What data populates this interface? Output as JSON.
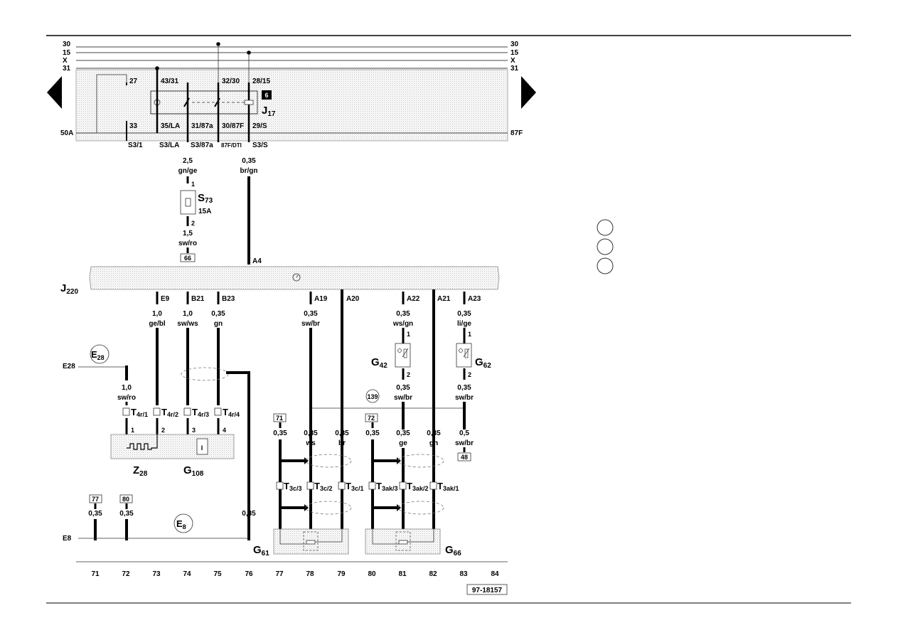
{
  "bus": {
    "left": [
      "30",
      "15",
      "X",
      "31"
    ],
    "right": [
      "30",
      "15",
      "X",
      "31"
    ]
  },
  "relay": {
    "top_pins": [
      "27",
      "43/31",
      "32/30",
      "28/15"
    ],
    "bottom_pins": [
      "33",
      "35/LA",
      "31/87a",
      "30/87F",
      "29/S"
    ],
    "label": "J",
    "label_sub": "17",
    "badge": "6",
    "left_terminal": "50A",
    "right_terminal": "87F",
    "connectors": [
      "S3/1",
      "S3/LA",
      "S3/87a",
      "87F/DTI",
      "S3/S"
    ]
  },
  "wires_top": {
    "w1_size": "2,5",
    "w1_color": "gn/ge",
    "w2_size": "0,35",
    "w2_color": "br/gn"
  },
  "fuse": {
    "label": "S",
    "label_sub": "73",
    "rating": "15A",
    "pin_in": "1",
    "pin_out": "2",
    "out_size": "1,5",
    "out_color": "sw/ro",
    "ref": "66"
  },
  "ecu": {
    "label": "J",
    "label_sub": "220",
    "pin_top": "A4",
    "pins": [
      "E9",
      "B21",
      "B23",
      "A19",
      "A20",
      "A22",
      "A21",
      "A23"
    ]
  },
  "wires_ecu": {
    "e9": [
      "1,0",
      "ge/bl"
    ],
    "b21": [
      "1,0",
      "sw/ws"
    ],
    "b23": [
      "0,35",
      "gn"
    ],
    "a19": [
      "0,35",
      "sw/br"
    ],
    "a22": [
      "0,35",
      "ws/gn"
    ],
    "a23": [
      "0,35",
      "li/ge"
    ]
  },
  "e28": {
    "circle": "E",
    "circle_sub": "28",
    "terminal": "E28",
    "size": "1,0",
    "color": "sw/ro"
  },
  "t4r": {
    "labels": [
      "T",
      "T",
      "T",
      "T"
    ],
    "subs": [
      "4r/1",
      "4r/2",
      "4r/3",
      "4r/4"
    ],
    "pins": [
      "1",
      "2",
      "3",
      "4"
    ]
  },
  "z28": {
    "label": "Z",
    "label_sub": "28",
    "g_label": "G",
    "g_sub": "108",
    "g_sym": "I"
  },
  "g42": {
    "label": "G",
    "label_sub": "42",
    "pin1": "1",
    "pin2": "2",
    "size": "0,35",
    "color": "sw/br"
  },
  "g62": {
    "label": "G",
    "label_sub": "62",
    "pin1": "1",
    "pin2": "2",
    "size": "0,35",
    "color": "sw/br"
  },
  "ref139": "139",
  "sensor_wires": {
    "ref71": "71",
    "ref72": "72",
    "c77": [
      "0,35",
      ""
    ],
    "c78": [
      "0,35",
      "ws"
    ],
    "c79": [
      "0,35",
      "br"
    ],
    "c80": [
      "0,35",
      ""
    ],
    "c81": [
      "0,35",
      "ge"
    ],
    "c82": [
      "0,35",
      "gn"
    ],
    "c83": [
      "0,5",
      "sw/br"
    ],
    "ref48": "48"
  },
  "t3c": [
    "3c/3",
    "3c/2",
    "3c/1"
  ],
  "t3ak": [
    "3ak/3",
    "3ak/2",
    "3ak/1"
  ],
  "g61": {
    "label": "G",
    "label_sub": "61"
  },
  "g66": {
    "label": "G",
    "label_sub": "66"
  },
  "e8": {
    "circle": "E",
    "circle_sub": "8",
    "terminal": "E8",
    "ref77": "77",
    "ref80": "80",
    "size71": "0,35",
    "size72": "0,35",
    "size76": "0,35"
  },
  "columns": [
    "71",
    "72",
    "73",
    "74",
    "75",
    "76",
    "77",
    "78",
    "79",
    "80",
    "81",
    "82",
    "83",
    "84"
  ],
  "doc_number": "97-18157",
  "nav": {
    "prev_icon": "arrow-left-icon",
    "next_icon": "arrow-right-icon"
  }
}
